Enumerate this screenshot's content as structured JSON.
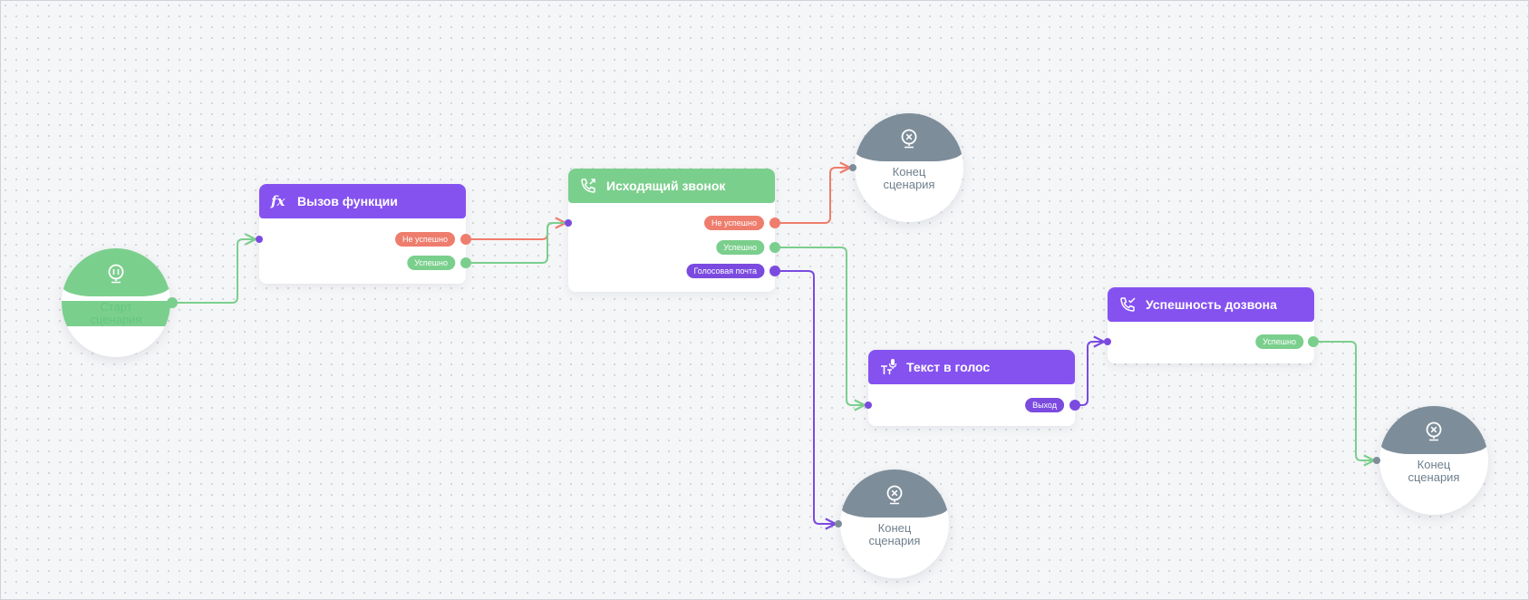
{
  "colors": {
    "purple": "#8552f0",
    "green": "#7bcf8d",
    "red": "#ee7d6d",
    "violet": "#7b4be0",
    "gray": "#7d8d9a"
  },
  "start": {
    "label": "Старт\nсценария",
    "icon": "play-pause-icon"
  },
  "nodes": {
    "function_call": {
      "title": "Вызов функции",
      "icon": "fx-icon",
      "outputs": [
        "Не успешно",
        "Успешно"
      ]
    },
    "outgoing_call": {
      "title": "Исходящий звонок",
      "icon": "outgoing-call-icon",
      "outputs": [
        "Не успешно",
        "Успешно",
        "Голосовая почта"
      ]
    },
    "tts": {
      "title": "Текст в голос",
      "icon": "text-to-speech-icon",
      "outputs": [
        "Выход"
      ]
    },
    "call_success": {
      "title": "Успешность дозвона",
      "icon": "call-check-icon",
      "outputs": [
        "Успешно"
      ]
    }
  },
  "end_nodes": [
    {
      "label": "Конец\nсценария",
      "icon": "stop-icon"
    },
    {
      "label": "Конец\nсценария",
      "icon": "stop-icon"
    },
    {
      "label": "Конец\nсценария",
      "icon": "stop-icon"
    }
  ]
}
